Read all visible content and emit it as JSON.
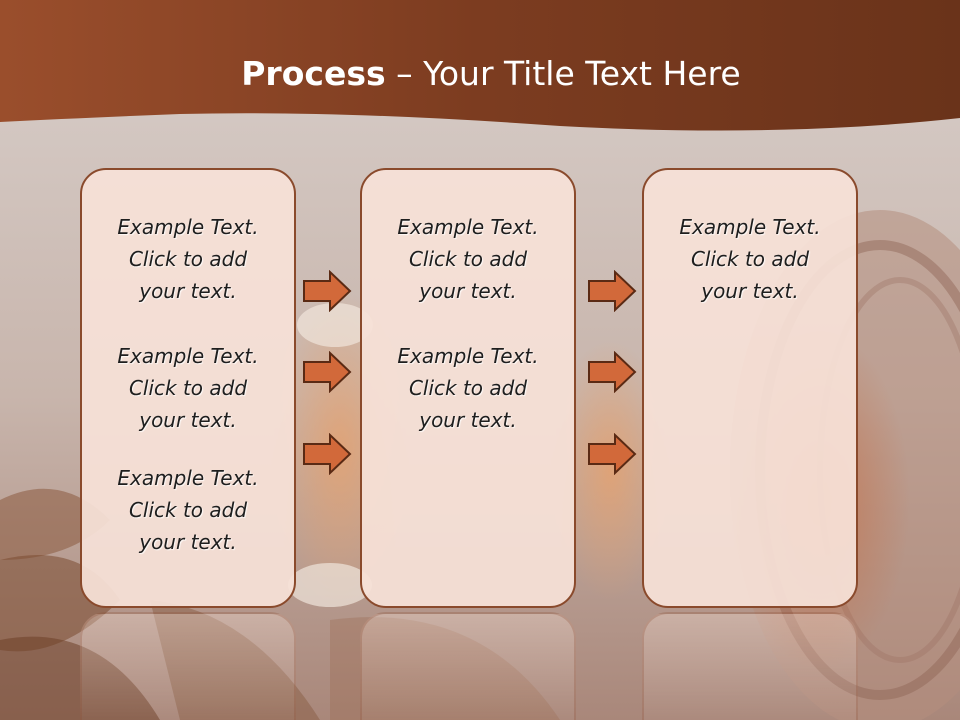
{
  "slide": {
    "title_bold": "Process",
    "title_rest": "  – Your Title Text Here",
    "panels": [
      {
        "items": [
          {
            "line1": "Example Text.",
            "line2": "Click  to add",
            "line3": "your text."
          },
          {
            "line1": "Example Text.",
            "line2": "Click  to add",
            "line3": "your text."
          },
          {
            "line1": "Example Text.",
            "line2": "Click  to add",
            "line3": "your text."
          }
        ]
      },
      {
        "items": [
          {
            "line1": "Example Text.",
            "line2": "Click  to add",
            "line3": "your text."
          },
          {
            "line1": "Example Text.",
            "line2": "Click  to add",
            "line3": "your text."
          }
        ]
      },
      {
        "items": [
          {
            "line1": "Example Text.",
            "line2": "Click  to add",
            "line3": "your text."
          }
        ]
      }
    ]
  },
  "colors": {
    "banner": "#7a3a1e",
    "arrow_fill": "#d2693a",
    "arrow_stroke": "#5a2a14",
    "panel_border": "#8a4a2c",
    "panel_fill": "#f6e1d7"
  },
  "icons": {
    "arrow": "right-arrow-icon"
  }
}
